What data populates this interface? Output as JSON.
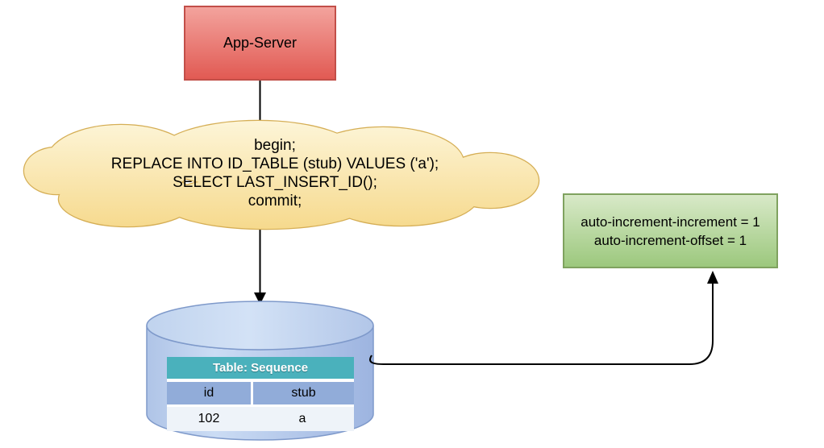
{
  "diagram": {
    "app_server": {
      "label": "App-Server"
    },
    "sql_cloud": {
      "lines": [
        "begin;",
        "REPLACE INTO ID_TABLE (stub) VALUES ('a');",
        "SELECT LAST_INSERT_ID();",
        "commit;"
      ]
    },
    "config_box": {
      "lines": [
        "auto-increment-increment = 1",
        "auto-increment-offset = 1"
      ]
    },
    "database": {
      "table_title": "Table: Sequence",
      "columns": [
        "id",
        "stub"
      ],
      "rows": [
        [
          "102",
          "a"
        ]
      ]
    },
    "colors": {
      "app_server_top": "#f3a39d",
      "app_server_bottom": "#e15a53",
      "app_server_border": "#c24f49",
      "cloud_top": "#fdf5d8",
      "cloud_bottom": "#f6d98c",
      "cloud_border": "#d5ae55",
      "config_top": "#d8e9c8",
      "config_bottom": "#9cc87d",
      "config_border": "#7fa25f",
      "cylinder_left": "#afc4e7",
      "cylinder_light": "#cbdcf4",
      "cylinder_right": "#9db4e0",
      "cylinder_stroke": "#7e99ca",
      "cylinder_top_fill": "#c6d8f1",
      "table_header_bg": "#4ab1bc",
      "table_col_bg": "#91acd9",
      "table_row_bg": "#eef3f9",
      "arrow": "#000000"
    }
  }
}
